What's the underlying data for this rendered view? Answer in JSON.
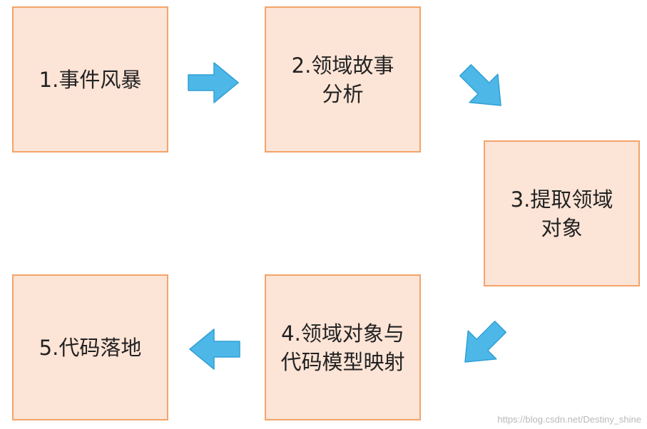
{
  "colors": {
    "box_fill": "#fce4d6",
    "box_border": "#f4a46a",
    "arrow_fill": "#4db8e8",
    "arrow_stroke": "#2f9fd6"
  },
  "steps": [
    {
      "lines": [
        "1.事件风暴"
      ]
    },
    {
      "lines": [
        "2.领域故事",
        "分析"
      ]
    },
    {
      "lines": [
        "3.提取领域",
        "对象"
      ]
    },
    {
      "lines": [
        "4.领域对象与",
        "代码模型映射"
      ]
    },
    {
      "lines": [
        "5.代码落地"
      ]
    }
  ],
  "arrows": [
    {
      "icon": "arrow-right-icon"
    },
    {
      "icon": "arrow-down-right-icon"
    },
    {
      "icon": "arrow-down-left-icon"
    },
    {
      "icon": "arrow-left-icon"
    }
  ],
  "watermark": "https://blog.csdn.net/Destiny_shine"
}
